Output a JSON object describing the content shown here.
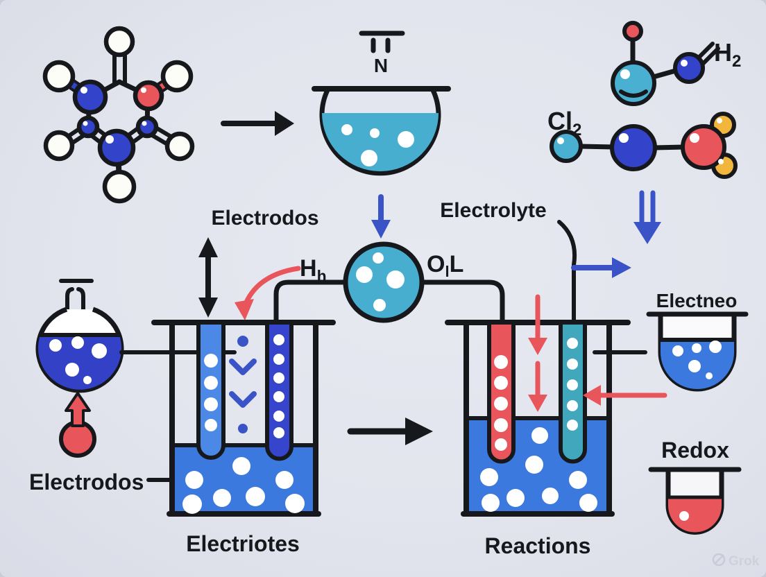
{
  "colors": {
    "background": "#e3e5ee",
    "ink": "#16181c",
    "royal_blue_atom": "#3344cb",
    "arrow_blue": "#3a54c8",
    "light_blue_electrode": "#4c89e6",
    "indigo_electrode": "#3645cb",
    "cell_liquid": "#3c79de",
    "flask_liquid": "#3341c6",
    "cyan_liquid": "#47aed0",
    "teal_electrode": "#41a7bd",
    "red": "#e8555a",
    "yellow": "#f2b63c",
    "white": "#ffffff"
  },
  "labels": {
    "reactor_sign": "N",
    "h2": {
      "base": "H",
      "sub": "2"
    },
    "cl2": {
      "base": "Cl",
      "sub": "2"
    },
    "electrodes_top": "Electrodos",
    "h_node": {
      "base": "H",
      "sub": "h"
    },
    "o_node": {
      "base": "O",
      "sub": "l",
      "tail": "L"
    },
    "electrolyte": "Electrolyte",
    "electneo": "Electneo",
    "redox": "Redox",
    "electrodes_left": "Electrodos",
    "left_cell_caption": "Electriotes",
    "right_cell_caption": "Reactions",
    "watermark": "Grok"
  }
}
